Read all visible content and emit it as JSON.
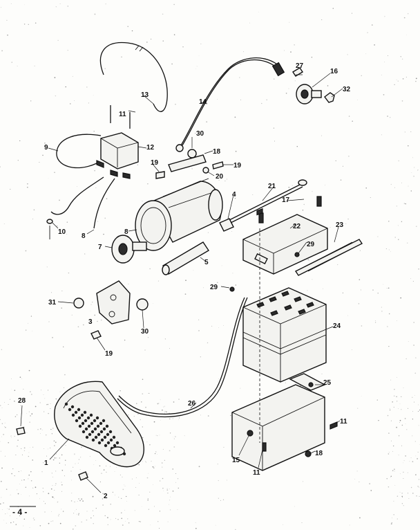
{
  "page_number": "- 4 -",
  "callouts": {
    "c1": "1",
    "c2": "2",
    "c3": "3",
    "c4": "4",
    "c5": "5",
    "c7": "7",
    "c8": "8",
    "c9": "9",
    "c10": "10",
    "c11a": "11",
    "c11b": "11",
    "c11c": "11",
    "c12": "12",
    "c13": "13",
    "c14": "14",
    "c15": "15",
    "c16": "16",
    "c17": "17",
    "c18": "18",
    "c19a": "19",
    "c19b": "19",
    "c19c": "19",
    "c20": "20",
    "c21": "21",
    "c22": "22",
    "c23": "23",
    "c24": "24",
    "c25": "25",
    "c26": "26",
    "c27": "27",
    "c28": "28",
    "c29a": "29",
    "c29b": "29",
    "c30a": "30",
    "c30b": "30",
    "c31": "31",
    "c32": "32",
    "c8b": "8",
    "c18b": "18"
  }
}
